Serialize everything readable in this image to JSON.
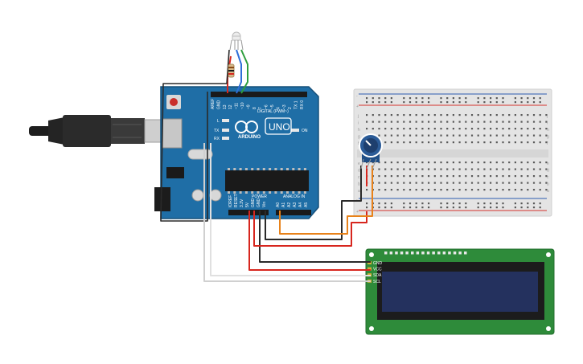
{
  "arduino": {
    "brand": "ARDUINO",
    "model": "UNO",
    "digital_header": "DIGITAL (PWM~)",
    "power_header": "POWER",
    "analog_header": "ANALOG IN",
    "on_label": "ON",
    "led_l": "L",
    "led_tx": "TX",
    "led_rx": "RX",
    "pin_labels_digital": [
      "AREF",
      "GND",
      "13",
      "12",
      "~11",
      "~10",
      "~9",
      "8",
      "7",
      "~6",
      "~5",
      "4",
      "~3",
      "2",
      "TX 1",
      "RX 0"
    ],
    "pin_labels_power": [
      "IOREF",
      "RESET",
      "3.3V",
      "5V",
      "GND",
      "GND",
      "Vin"
    ],
    "pin_labels_analog": [
      "A0",
      "A1",
      "A2",
      "A3",
      "A4",
      "A5"
    ]
  },
  "breadboard": {
    "row_letters_top": [
      "j",
      "i",
      "h",
      "g",
      "f"
    ],
    "row_letters_bottom": [
      "e",
      "d",
      "c",
      "b",
      "a"
    ],
    "rail_plus": "+",
    "rail_minus": "-"
  },
  "lcd": {
    "pin_labels": [
      "GND",
      "VCC",
      "SDA",
      "SCL"
    ]
  },
  "colors": {
    "board": "#1f6ea6",
    "board_dark": "#17507a",
    "lcd_pcb": "#2e8b3a",
    "lcd_screen": "#24315e",
    "wire_red": "#d7261e",
    "wire_black": "#2a2a2a",
    "wire_orange": "#e8821a",
    "wire_green": "#2e9e3e",
    "wire_blue": "#2f6fd8",
    "wire_white": "#e8e8e8",
    "pot": "#2b5b97"
  }
}
